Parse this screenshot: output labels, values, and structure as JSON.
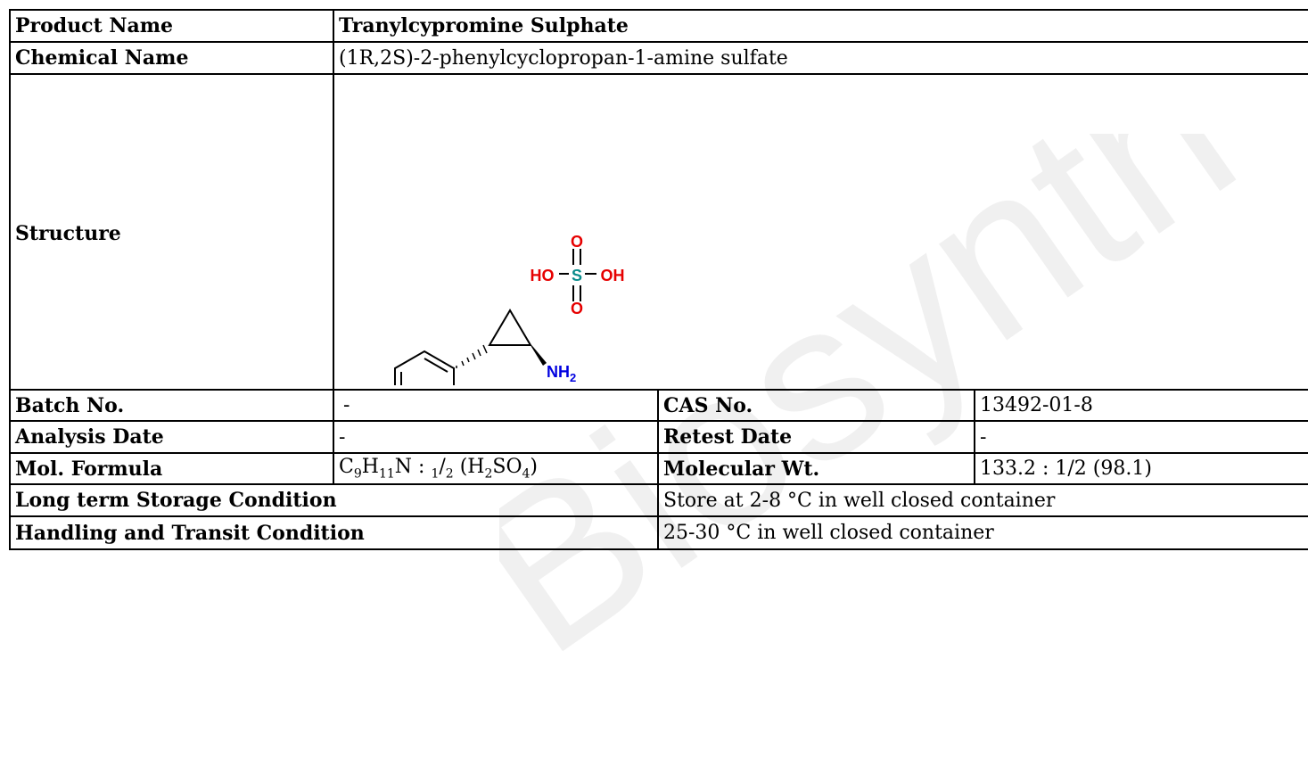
{
  "watermark": {
    "text": "Biosynth COA",
    "color": "#f0f0f0"
  },
  "rows": {
    "product_name": {
      "label": "Product Name",
      "value": "Tranylcypromine Sulphate"
    },
    "chemical_name": {
      "label": "Chemical Name",
      "value": "(1R,2S)-2-phenylcyclopropan-1-amine sulfate"
    },
    "structure": {
      "label": "Structure",
      "atoms": {
        "o_top": "O",
        "o_bottom": "O",
        "s": "S",
        "ho_left": "HO",
        "oh_right": "OH",
        "nh": "NH",
        "nh_sub": "2"
      },
      "colors": {
        "oxygen": "#e60000",
        "sulfur": "#0a8c8c",
        "nitrogen": "#0000e0",
        "bond": "#000000"
      }
    },
    "batch": {
      "label": "Batch No.",
      "value": "-",
      "label2": "CAS No.",
      "value2": "13492-01-8"
    },
    "analysis": {
      "label": "Analysis Date",
      "value": "-",
      "label2": "Retest Date",
      "value2": "-"
    },
    "formula": {
      "label": "Mol. Formula",
      "c": "C",
      "c_sub": "9",
      "h": "H",
      "h_sub": "11",
      "n_sep": "N : ",
      "frac_num": "1",
      "frac_den": "2",
      "paren_open": " (H",
      "h2_sub": "2",
      "so": "SO",
      "o4_sub": "4",
      "paren_close": ")",
      "label2": "Molecular Wt.",
      "value2": "133.2 : 1/2 (98.1)"
    },
    "storage": {
      "label": "Long term Storage Condition",
      "value": "Store at 2-8 °C in well closed container"
    },
    "handling": {
      "label": "Handling and Transit Condition",
      "value": "25-30 °C in well closed container"
    }
  }
}
